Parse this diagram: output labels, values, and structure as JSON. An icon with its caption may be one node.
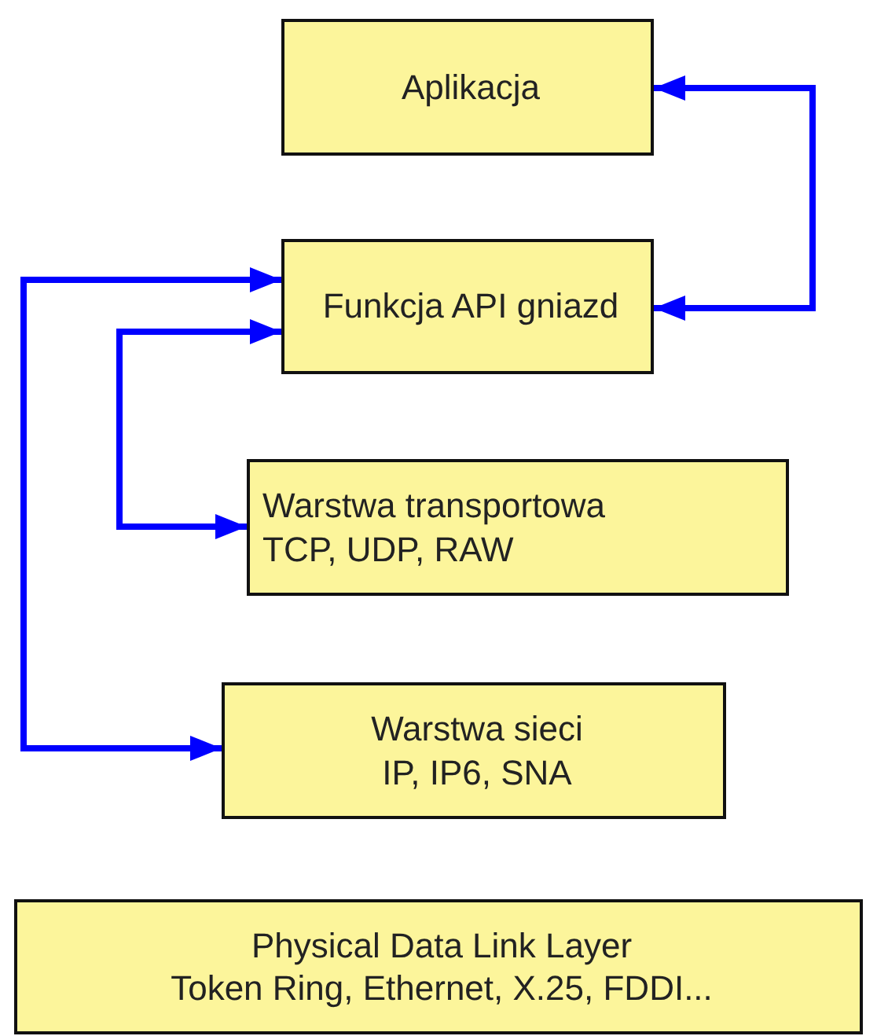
{
  "diagram": {
    "nodes": [
      {
        "text": [
          "Aplikacja"
        ]
      },
      {
        "text": [
          "Funkcja API gniazd"
        ]
      },
      {
        "text": [
          "Warstwa transportowa",
          "TCP, UDP, RAW"
        ]
      },
      {
        "text": [
          "Warstwa sieci",
          "IP, IP6, SNA"
        ]
      },
      {
        "text": [
          "Physical Data Link Layer",
          "Token Ring, Ethernet, X.25, FDDI..."
        ]
      }
    ],
    "edges": [
      {
        "from": 1,
        "to": 0,
        "arrow": "both"
      },
      {
        "from": 1,
        "to": 3,
        "arrow": "both"
      },
      {
        "from": 1,
        "to": 2,
        "arrow": "both"
      }
    ]
  }
}
